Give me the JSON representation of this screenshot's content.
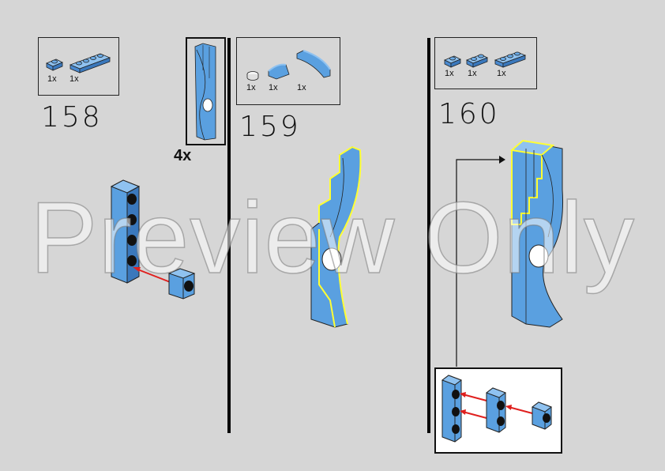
{
  "steps": [
    {
      "number": "158",
      "parts": [
        {
          "name": "plate-1x1",
          "qty": "1x"
        },
        {
          "name": "plate-1x4",
          "qty": "1x"
        }
      ]
    },
    {
      "number": "159",
      "parts": [
        {
          "name": "round-tile-1x1-white",
          "qty": "1x"
        },
        {
          "name": "curved-slope-1x2",
          "qty": "1x"
        },
        {
          "name": "curved-slope-1x4",
          "qty": "1x"
        }
      ]
    },
    {
      "number": "160",
      "parts": [
        {
          "name": "plate-1x1",
          "qty": "1x"
        },
        {
          "name": "plate-1x2",
          "qty": "1x"
        },
        {
          "name": "plate-1x3",
          "qty": "1x"
        }
      ]
    }
  ],
  "submodel_multiplier": "4x",
  "watermark": "Preview Only",
  "colors": {
    "background": "#d6d6d6",
    "brick_blue": "#5aa0e0",
    "highlight": "#ffff33",
    "arrow": "#e0201e"
  }
}
